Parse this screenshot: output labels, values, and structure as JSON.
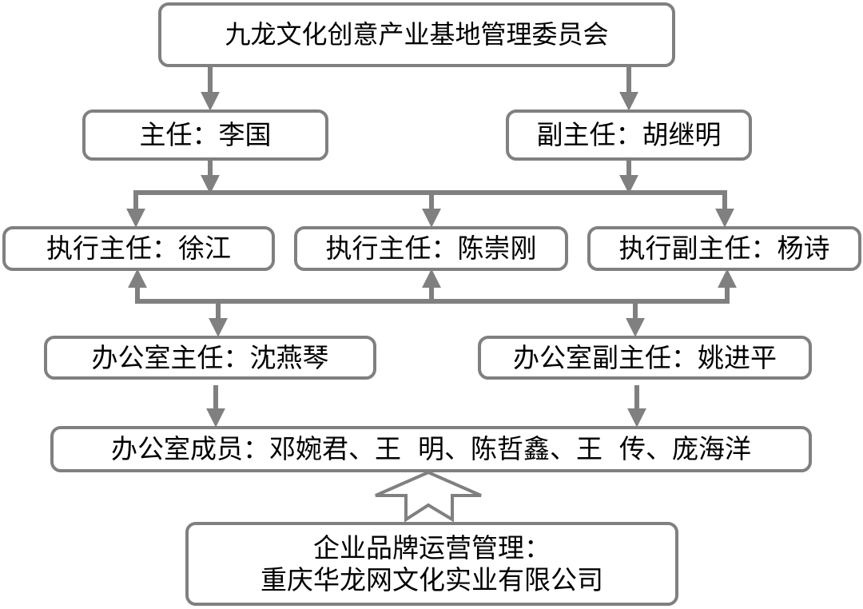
{
  "colors": {
    "line": "#808080",
    "text": "#000000",
    "background": "#ffffff"
  },
  "nodes": {
    "committee": "九龙文化创意产业基地管理委员会",
    "director": "主任：李国",
    "deputy_director": "副主任：胡继明",
    "exec_director_1": "执行主任：徐江",
    "exec_director_2": "执行主任：陈崇刚",
    "exec_deputy_director": "执行副主任：杨诗",
    "office_director": "办公室主任：沈燕琴",
    "office_deputy_director": "办公室副主任：姚进平",
    "office_members": "办公室成员：邓婉君、王  明、陈哲鑫、王  传、庞海洋",
    "brand_management_line1": "企业品牌运营管理：",
    "brand_management_line2": "重庆华龙网文化实业有限公司"
  }
}
